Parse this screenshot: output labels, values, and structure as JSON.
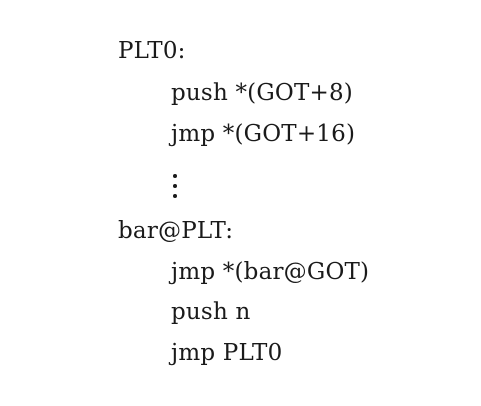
{
  "plt0": {
    "label": "PLT0:",
    "instructions": [
      "push *(GOT+8)",
      "jmp *(GOT+16)"
    ]
  },
  "ellipsis": "⋮",
  "bar_plt": {
    "label": "bar@PLT:",
    "instructions": [
      "jmp *(bar@GOT)",
      "push n",
      "jmp PLT0"
    ]
  }
}
